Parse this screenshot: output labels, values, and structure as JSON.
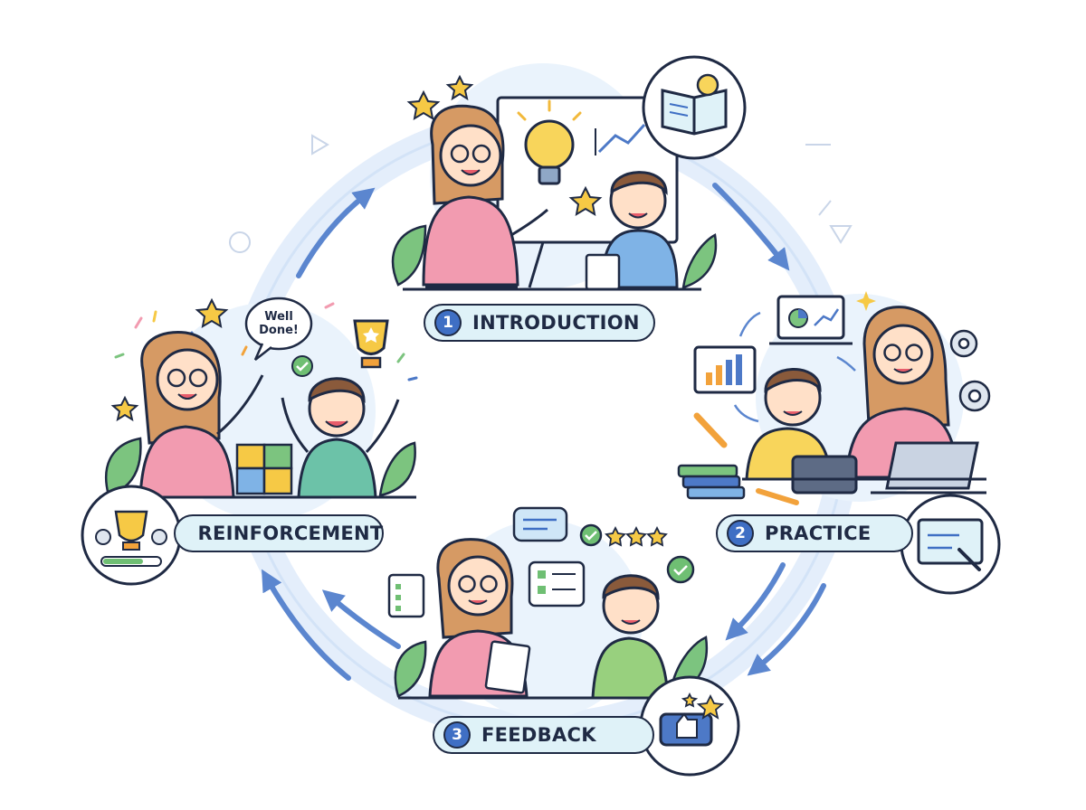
{
  "stages": [
    {
      "number": "1",
      "label": "INTRODUCTION"
    },
    {
      "number": "2",
      "label": "PRACTICE"
    },
    {
      "number": "3",
      "label": "FEEDBACK"
    },
    {
      "number": "",
      "label": "REINFORCEMENT"
    }
  ],
  "speech_bubble": {
    "line1": "Well",
    "line2": "Done!"
  },
  "icons": {
    "introduction": "open-book-lightbulb-icon",
    "practice": "tablet-stylus-icon",
    "feedback": "thumbs-up-stars-icon",
    "reinforcement": "trophy-gears-progress-icon"
  },
  "colors": {
    "outline": "#1f2a44",
    "pill_fill": "#dff2f8",
    "number_badge": "#3f6fc4",
    "cycle_arrow": "#c7d9f3",
    "arrow_accent": "#5b86cf",
    "teacher_shirt": "#f29bb0",
    "hair": "#d69a64",
    "star": "#f6c945",
    "leaf": "#6fbf73"
  }
}
